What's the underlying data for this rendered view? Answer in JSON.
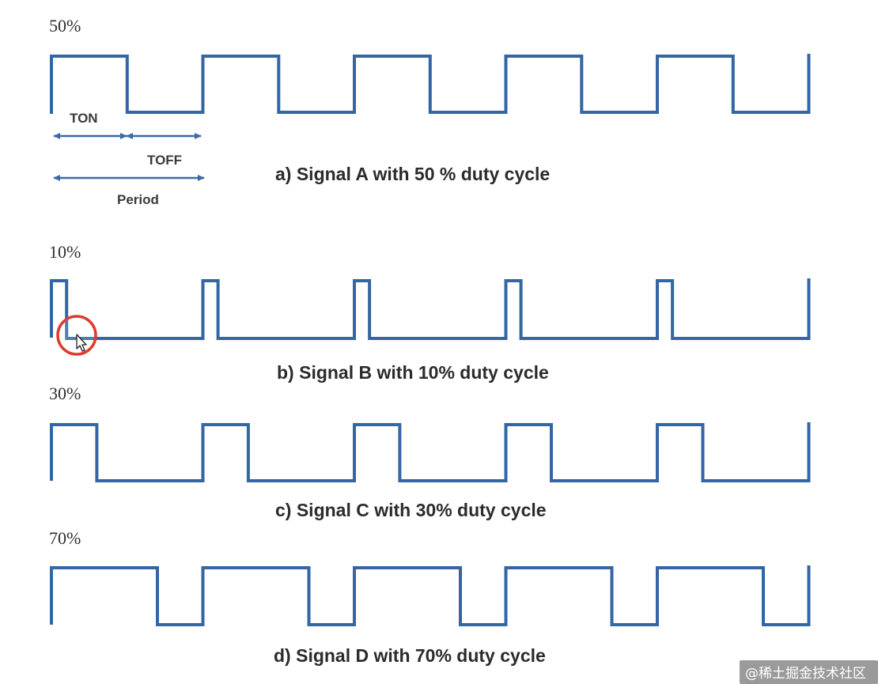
{
  "colors": {
    "wave": "#3566a4",
    "arrow": "#3d6aa6",
    "cursor_ring": "#e03a2f",
    "background": "#ffffff"
  },
  "signals": [
    {
      "id": "a",
      "percent_label": "50%",
      "caption": "a) Signal A with 50 % duty cycle",
      "duty": 0.5
    },
    {
      "id": "b",
      "percent_label": "10%",
      "caption": "b) Signal B with 10% duty cycle",
      "duty": 0.1
    },
    {
      "id": "c",
      "percent_label": "30%",
      "caption": "c) Signal C with 30% duty cycle",
      "duty": 0.3
    },
    {
      "id": "d",
      "percent_label": "70%",
      "caption": "d) Signal D with 70% duty cycle",
      "duty": 0.7
    }
  ],
  "cycles": 5,
  "annotations": {
    "ton": "TON",
    "toff": "TOFF",
    "period": "Period"
  },
  "cursor": {
    "icon": "mouse-pointer-icon",
    "highlight": "click-highlight-ring"
  },
  "watermark": "@稀土掘金技术社区"
}
